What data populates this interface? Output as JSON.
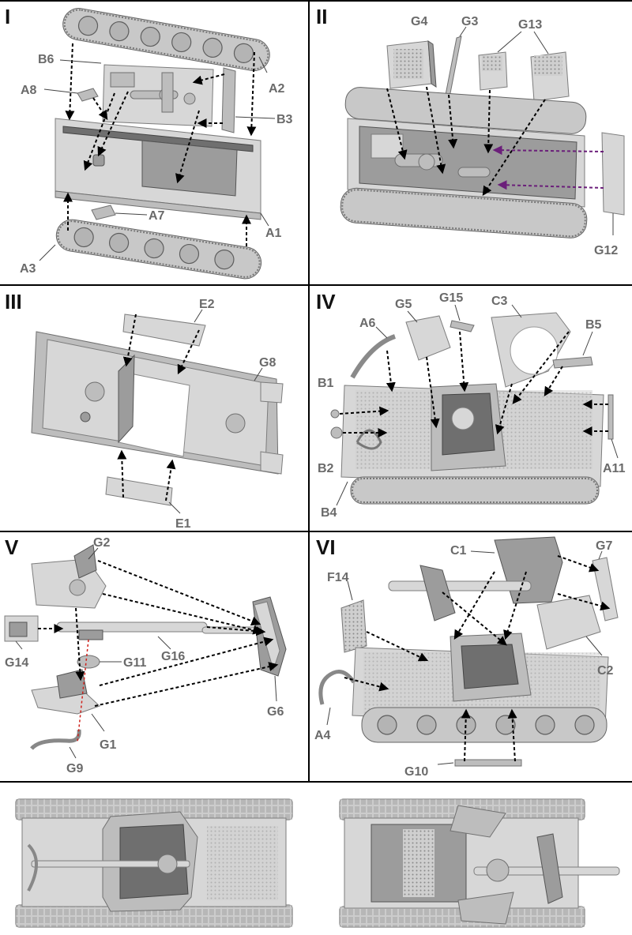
{
  "steps": [
    "I",
    "II",
    "III",
    "IV",
    "V",
    "VI"
  ],
  "parts": {
    "I": [
      "B6",
      "A8",
      "A2",
      "B3",
      "A7",
      "A1",
      "A3"
    ],
    "II": [
      "G4",
      "G3",
      "G13",
      "G12"
    ],
    "III": [
      "E2",
      "G8",
      "E1"
    ],
    "IV": [
      "G5",
      "G15",
      "C3",
      "A6",
      "B5",
      "B1",
      "B2",
      "A11",
      "B4"
    ],
    "V": [
      "G2",
      "G14",
      "G11",
      "G16",
      "G6",
      "G1",
      "G9"
    ],
    "VI": [
      "C1",
      "G7",
      "F14",
      "C2",
      "A4",
      "G10"
    ]
  },
  "colors": {
    "arrow": "#000000",
    "arrow_purple": "#6b1f7a",
    "arrow_red": "#d0201a",
    "label_grey": "#6a6a6a",
    "panel_border": "#000000"
  }
}
